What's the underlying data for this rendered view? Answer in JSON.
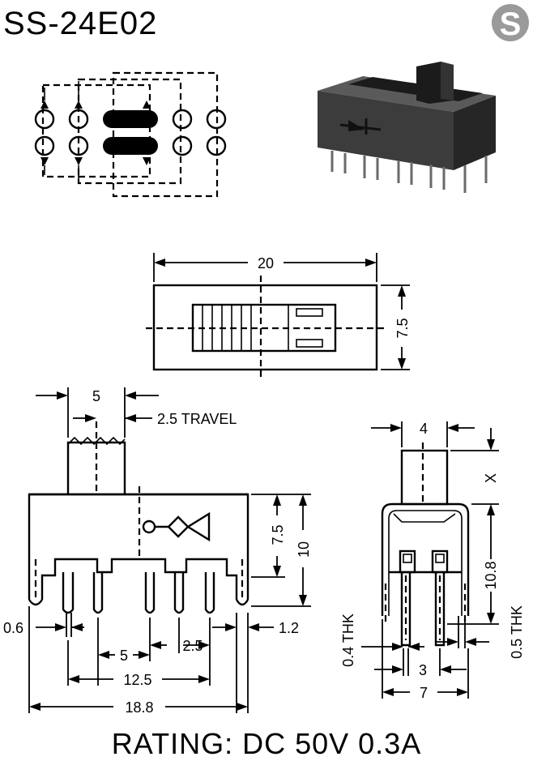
{
  "title": "SS-24E02",
  "logo_letter": "S",
  "rating": "RATING: DC 50V 0.3A",
  "dimensions": {
    "top_width": "20",
    "top_height": "7.5",
    "actuator_width": "5",
    "travel": "2.5 TRAVEL",
    "body_height_upper": "7.5",
    "body_height_total": "10",
    "pin_width": "0.6",
    "pin_width_right": "1.2",
    "pitch": "5",
    "pitch_small": "2.5",
    "span_inner": "12.5",
    "span_total": "18.8",
    "side_actuator_width": "4",
    "side_actuator_height": "X",
    "side_height": "10.8",
    "thk_left": "0.4 THK",
    "thk_right": "0.5 THK",
    "side_pin_pitch": "3",
    "side_total_width": "7"
  },
  "colors": {
    "ink": "#000000",
    "logo_fill": "#9a9a9a",
    "photo_body": "#3c3c3c",
    "photo_dark": "#1b1b1b"
  },
  "icons": {
    "logo": "s-circle-logo-icon",
    "product_photo": "slide-switch-photo-icon"
  }
}
